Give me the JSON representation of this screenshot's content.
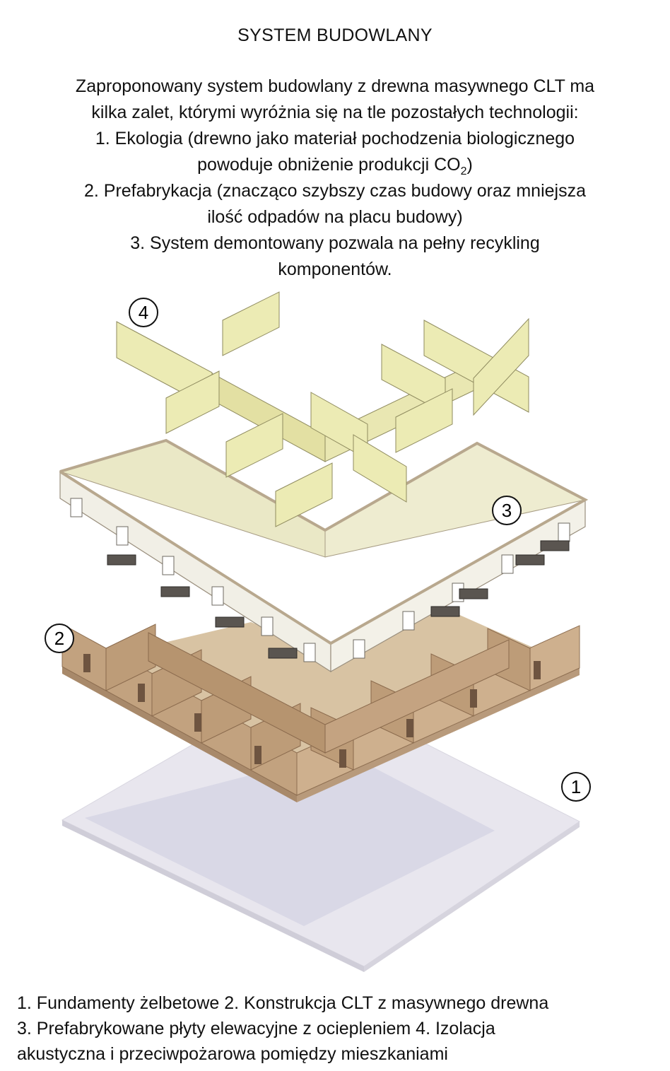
{
  "title": "SYSTEM BUDOWLANY",
  "intro": {
    "line1": "Zaproponowany system budowlany z drewna masywnego CLT ma",
    "line2": "kilka zalet, którymi wyróżnia się na tle pozostałych technologii:",
    "line3": "1. Ekologia (drewno jako materiał pochodzenia biologicznego",
    "line4_pre": "powoduje obniżenie produkcji CO",
    "line4_sub": "2",
    "line4_post": ")",
    "line5": "2. Prefabrykacja (znacząco szybszy czas budowy oraz mniejsza",
    "line6": "ilość odpadów na placu budowy)",
    "line7": "3. System demontowany pozwala na pełny recykling",
    "line8": "komponentów."
  },
  "markers": {
    "m1": "1",
    "m2": "2",
    "m3": "3",
    "m4": "4"
  },
  "caption": {
    "line1": "1. Fundamenty żelbetowe 2. Konstrukcja CLT z masywnego drewna",
    "line2": "3. Prefabrykowane płyty elewacyjne z ociepleniem  4. Izolacja",
    "line3": "akustyczna i przeciwpożarowa pomiędzy mieszkaniami"
  },
  "colors": {
    "foundation": "#e6e4ec",
    "clt": "#c9ab85",
    "facade": "#ece9c8",
    "insulation": "#eef0b8"
  }
}
